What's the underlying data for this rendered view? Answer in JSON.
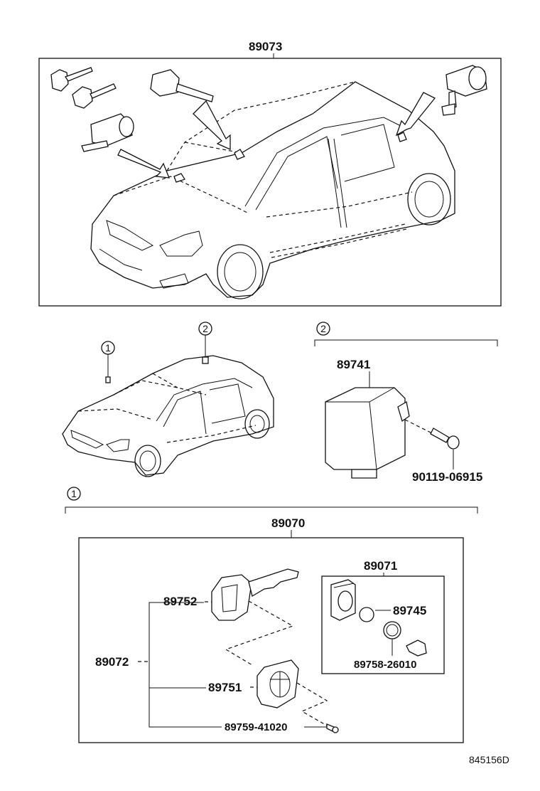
{
  "diagram": {
    "top_assembly": "89073",
    "location_markers": [
      "1",
      "2"
    ],
    "section_2": {
      "marker": "2",
      "module": "89741",
      "bolt": "90119-06915"
    },
    "section_1": {
      "marker": "1",
      "assembly": "89070",
      "key_set": "89072",
      "key_master": "89752",
      "key_sub": "89751",
      "key_screw": "89759-41020",
      "amplifier_assembly": "89071",
      "amplifier_cover": "89745",
      "amplifier_ring": "89758-26010"
    },
    "reference_code": "845156D"
  }
}
